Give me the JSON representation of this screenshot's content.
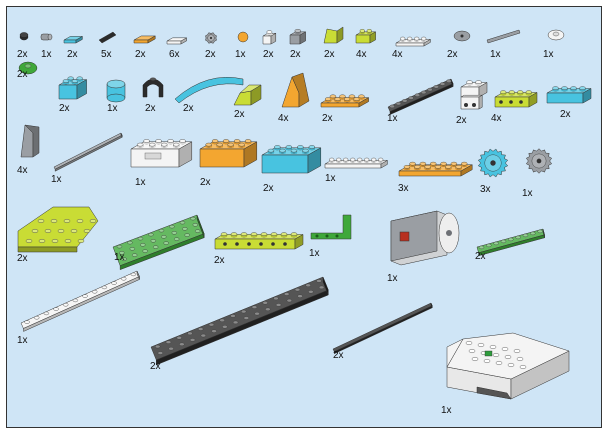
{
  "page": {
    "background": "#cfe5f6",
    "border": "#333333"
  },
  "colors": {
    "white": "#f4f4f4",
    "black": "#2b2b2b",
    "gray": "#9a9ea3",
    "darkgray": "#6d7075",
    "lime": "#c9dc35",
    "green": "#3fa83a",
    "azure": "#48c3e0",
    "orange": "#f3a630",
    "ltblue": "#6fbde8"
  },
  "parts": [
    {
      "qty": "2x",
      "icon": "round-stud-black"
    },
    {
      "qty": "1x",
      "icon": "bush-gray"
    },
    {
      "qty": "2x",
      "icon": "tile-azure"
    },
    {
      "qty": "5x",
      "icon": "axle-pin-black"
    },
    {
      "qty": "2x",
      "icon": "tile-orange"
    },
    {
      "qty": "6x",
      "icon": "tile-white"
    },
    {
      "qty": "2x",
      "icon": "gear-small-gray"
    },
    {
      "qty": "1x",
      "icon": "round-orange"
    },
    {
      "qty": "2x",
      "icon": "brick-1x1-white"
    },
    {
      "qty": "2x",
      "icon": "brick-1x1-gray"
    },
    {
      "qty": "2x",
      "icon": "slope-lime"
    },
    {
      "qty": "4x",
      "icon": "brick-1x2-lime"
    },
    {
      "qty": "4x",
      "icon": "plate-1x4-white"
    },
    {
      "qty": "2x",
      "icon": "pulley-gray"
    },
    {
      "qty": "1x",
      "icon": "axle-gray"
    },
    {
      "qty": "1x",
      "icon": "round-tile-white"
    },
    {
      "qty": "2x",
      "icon": "round-plate-green"
    },
    {
      "qty": "2x",
      "icon": "brick-2x2-azure"
    },
    {
      "qty": "1x",
      "icon": "round-brick-azure"
    },
    {
      "qty": "2x",
      "icon": "arch-black"
    },
    {
      "qty": "2x",
      "icon": "curved-slope-azure"
    },
    {
      "qty": "2x",
      "icon": "slope-brick-lime"
    },
    {
      "qty": "4x",
      "icon": "slope-orange"
    },
    {
      "qty": "2x",
      "icon": "plate-2x4-orange"
    },
    {
      "qty": "1x",
      "icon": "plate-1x10-black"
    },
    {
      "qty": "2x",
      "icon": "bracket-white"
    },
    {
      "qty": "4x",
      "icon": "technic-brick-lime"
    },
    {
      "qty": "2x",
      "icon": "brick-1x4-azure"
    },
    {
      "qty": "4x",
      "icon": "slope-gray"
    },
    {
      "qty": "1x",
      "icon": "axle-long-gray"
    },
    {
      "qty": "1x",
      "icon": "brick-2x4-white"
    },
    {
      "qty": "2x",
      "icon": "brick-2x4-orange"
    },
    {
      "qty": "2x",
      "icon": "brick-2x4-azure"
    },
    {
      "qty": "1x",
      "icon": "plate-1x8-white"
    },
    {
      "qty": "3x",
      "icon": "plate-2x6-orange"
    },
    {
      "qty": "3x",
      "icon": "gear-azure"
    },
    {
      "qty": "1x",
      "icon": "gear-gray"
    },
    {
      "qty": "2x",
      "icon": "wedge-plate-lime"
    },
    {
      "qty": "1x",
      "icon": "plate-4x8-green"
    },
    {
      "qty": "2x",
      "icon": "technic-brick-1x8-lime"
    },
    {
      "qty": "1x",
      "icon": "l-beam-green"
    },
    {
      "qty": "1x",
      "icon": "motor-gray"
    },
    {
      "qty": "2x",
      "icon": "beam-green"
    },
    {
      "qty": "1x",
      "icon": "plate-1x12-white"
    },
    {
      "qty": "2x",
      "icon": "plate-2x16-black"
    },
    {
      "qty": "2x",
      "icon": "plate-1x16-black"
    },
    {
      "qty": "1x",
      "icon": "smarthub-white"
    }
  ]
}
